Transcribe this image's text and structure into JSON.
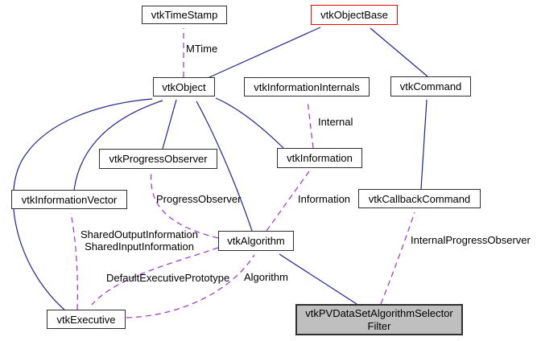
{
  "diagram": {
    "kind": "doxygen-collaboration-graph",
    "colors": {
      "inheritance_edge": "#23238f",
      "usage_edge": "#9a32cd",
      "node_border": "#2f2f2f",
      "highlight_border": "#ff0000",
      "focus_node_fill": "#bfbfbf",
      "node_fill": "#ffffff",
      "text": "#000000",
      "background": "#ffffff"
    },
    "nodes": [
      {
        "id": "vtkTimeStamp",
        "label": "vtkTimeStamp"
      },
      {
        "id": "vtkObjectBase",
        "label": "vtkObjectBase",
        "highlighted": true
      },
      {
        "id": "vtkObject",
        "label": "vtkObject"
      },
      {
        "id": "vtkInformationInternals",
        "label": "vtkInformationInternals"
      },
      {
        "id": "vtkCommand",
        "label": "vtkCommand"
      },
      {
        "id": "vtkProgressObserver",
        "label": "vtkProgressObserver"
      },
      {
        "id": "vtkInformation",
        "label": "vtkInformation"
      },
      {
        "id": "vtkInformationVector",
        "label": "vtkInformationVector"
      },
      {
        "id": "vtkCallbackCommand",
        "label": "vtkCallbackCommand"
      },
      {
        "id": "vtkAlgorithm",
        "label": "vtkAlgorithm"
      },
      {
        "id": "vtkExecutive",
        "label": "vtkExecutive"
      },
      {
        "id": "vtkPVDataSetAlgorithmSelectorFilter",
        "focus": true,
        "label_lines": {
          "0": "vtkPVDataSetAlgorithmSelector",
          "1": "Filter"
        }
      }
    ],
    "edges": [
      {
        "from": "vtkObject",
        "to": "vtkObjectBase",
        "type": "inheritance"
      },
      {
        "from": "vtkCommand",
        "to": "vtkObjectBase",
        "type": "inheritance"
      },
      {
        "from": "vtkCallbackCommand",
        "to": "vtkCommand",
        "type": "inheritance"
      },
      {
        "from": "vtkProgressObserver",
        "to": "vtkObject",
        "type": "inheritance"
      },
      {
        "from": "vtkInformation",
        "to": "vtkObject",
        "type": "inheritance"
      },
      {
        "from": "vtkInformationVector",
        "to": "vtkObject",
        "type": "inheritance"
      },
      {
        "from": "vtkExecutive",
        "to": "vtkObject",
        "type": "inheritance"
      },
      {
        "from": "vtkAlgorithm",
        "to": "vtkObject",
        "type": "inheritance"
      },
      {
        "from": "vtkPVDataSetAlgorithmSelectorFilter",
        "to": "vtkAlgorithm",
        "type": "inheritance"
      },
      {
        "from": "vtkObject",
        "to": "vtkTimeStamp",
        "type": "usage",
        "label": "MTime"
      },
      {
        "from": "vtkInformation",
        "to": "vtkInformationInternals",
        "type": "usage",
        "label": "Internal"
      },
      {
        "from": "vtkAlgorithm",
        "to": "vtkProgressObserver",
        "type": "usage",
        "label": "ProgressObserver"
      },
      {
        "from": "vtkAlgorithm",
        "to": "vtkInformation",
        "type": "usage",
        "label": "Information"
      },
      {
        "from": "vtkExecutive",
        "to": "vtkInformationVector",
        "type": "usage",
        "label_lines": {
          "0": "SharedOutputInformation",
          "1": "SharedInputInformation"
        }
      },
      {
        "from": "vtkAlgorithm",
        "to": "vtkExecutive",
        "type": "usage",
        "label": "DefaultExecutivePrototype"
      },
      {
        "from": "vtkExecutive",
        "to": "vtkAlgorithm",
        "type": "usage",
        "label": "Algorithm"
      },
      {
        "from": "vtkPVDataSetAlgorithmSelectorFilter",
        "to": "vtkCallbackCommand",
        "type": "usage",
        "label": "InternalProgressObserver"
      }
    ]
  }
}
